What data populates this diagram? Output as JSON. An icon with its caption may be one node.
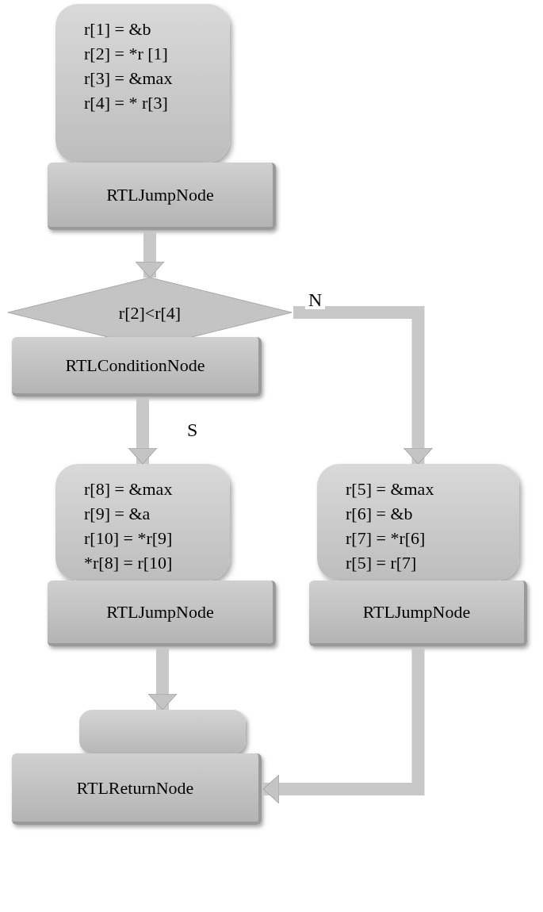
{
  "diagram": {
    "nodes": [
      {
        "text": [
          "r[1] = &b",
          "r[2] = *r [1]",
          "r[3] = &max",
          "r[4] = * r[3]"
        ]
      },
      {
        "text": [
          "RTLJumpNode"
        ]
      },
      {
        "text": [
          "r[2]<r[4]"
        ]
      },
      {
        "text": [
          "RTLConditionNode"
        ]
      },
      {
        "text": [
          "r[8] = &max",
          "r[9] = &a",
          "r[10] = *r[9]",
          "*r[8] = r[10]"
        ]
      },
      {
        "text": [
          "RTLJumpNode"
        ]
      },
      {
        "text": [
          "r[5] = &max",
          "r[6] = &b",
          "r[7] = *r[6]",
          "r[5] = r[7]"
        ]
      },
      {
        "text": [
          "RTLJumpNode"
        ]
      },
      {
        "text": [],
        "shape": "box"
      },
      {
        "text": [
          "RTLReturnNode"
        ]
      }
    ],
    "edges": [
      {
        "from": 1,
        "to": 2,
        "arrow": "to"
      },
      {
        "from": 3,
        "to": 4,
        "arrow": "to",
        "label": "S"
      },
      {
        "from": 2,
        "to": 6,
        "arrow": "to",
        "label": "N"
      },
      {
        "from": 5,
        "to": 8,
        "arrow": "to"
      },
      {
        "from": 7,
        "to": 9,
        "arrow": "to"
      }
    ]
  }
}
